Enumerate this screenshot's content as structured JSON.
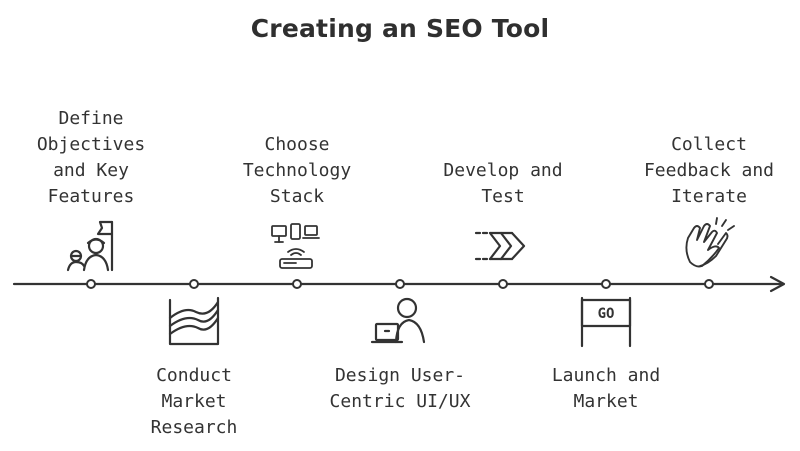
{
  "title": "Creating an SEO Tool",
  "colors": {
    "ink": "#333333",
    "background": "#ffffff"
  },
  "steps": [
    {
      "label": "Define\nObjectives\nand Key\nFeatures",
      "icon": "team-flag-icon"
    },
    {
      "label": "Conduct\nMarket\nResearch",
      "icon": "area-chart-icon"
    },
    {
      "label": "Choose\nTechnology\nStack",
      "icon": "devices-network-icon"
    },
    {
      "label": "Design User-\nCentric UI/UX",
      "icon": "user-laptop-icon"
    },
    {
      "label": "Develop and\nTest",
      "icon": "chevrons-forward-icon"
    },
    {
      "label": "Launch and\nMarket",
      "icon": "go-sign-icon"
    },
    {
      "label": "Collect\nFeedback and\nIterate",
      "icon": "clapping-hands-icon"
    }
  ]
}
